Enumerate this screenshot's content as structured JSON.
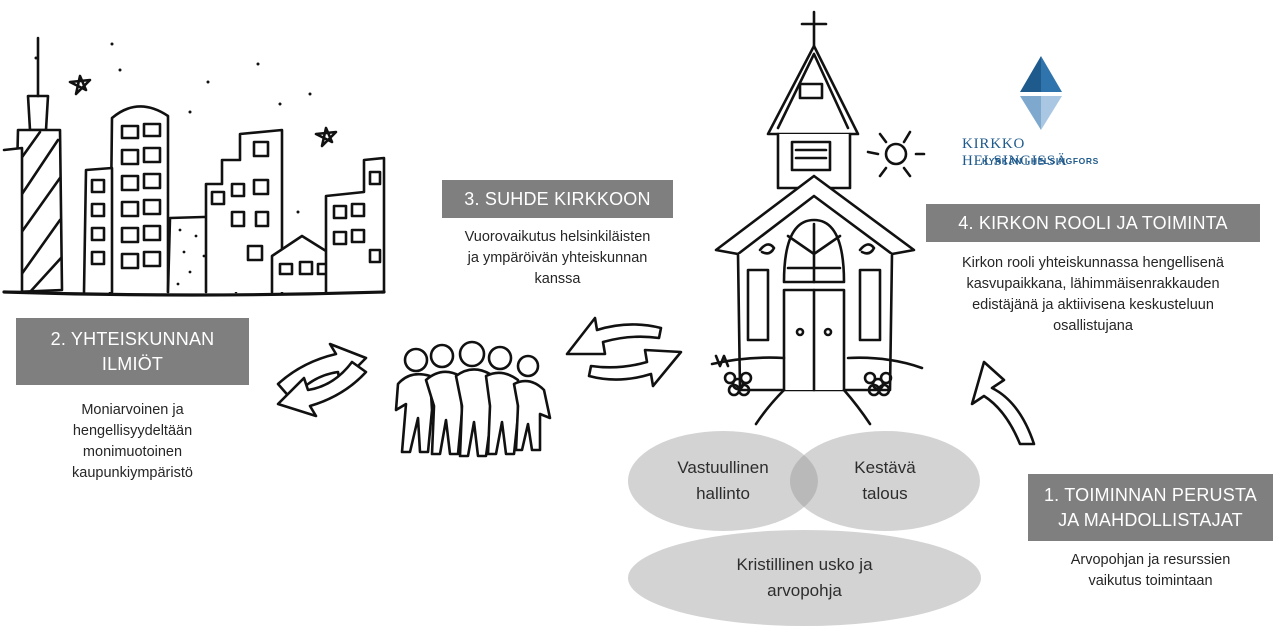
{
  "sections": {
    "s2": {
      "title_line1": "2. YHTEISKUNNAN",
      "title_line2": "ILMIÖT",
      "desc": [
        "Moniarvoinen ja",
        "hengellisyydeltään",
        "monimuotoinen",
        "kaupunkiympäristö"
      ]
    },
    "s3": {
      "title": "3. SUHDE KIRKKOON",
      "desc": [
        "Vuorovaikutus helsinkiläisten",
        "ja ympäröivän yhteiskunnan",
        "kanssa"
      ]
    },
    "s4": {
      "title": "4.  KIRKON ROOLI JA TOIMINTA",
      "desc": [
        "Kirkon rooli yhteiskunnassa hengellisenä",
        "kasvupaikkana, lähimmäisenrakkauden",
        "edistäjänä ja aktiivisena keskusteluun",
        "osallistujana"
      ]
    },
    "s1": {
      "title_line1": "1. TOIMINNAN PERUSTA",
      "title_line2": "JA MAHDOLLISTAJAT",
      "desc": [
        "Arvopohjan ja resurssien",
        "vaikutus toimintaan"
      ]
    }
  },
  "ovals": {
    "governance": [
      "Vastuullinen",
      "hallinto"
    ],
    "economy": [
      "Kestävä",
      "talous"
    ],
    "faith": [
      "Kristillinen usko ja",
      "arvopohja"
    ]
  },
  "logo": {
    "title": "KIRKKO HELSINGISSÄ",
    "subtitle": "KYRKAN I HELSINGFORS"
  },
  "colors": {
    "box": "#7f7f7f",
    "oval": "#bdbdbd",
    "logo": "#1f5a8c"
  }
}
